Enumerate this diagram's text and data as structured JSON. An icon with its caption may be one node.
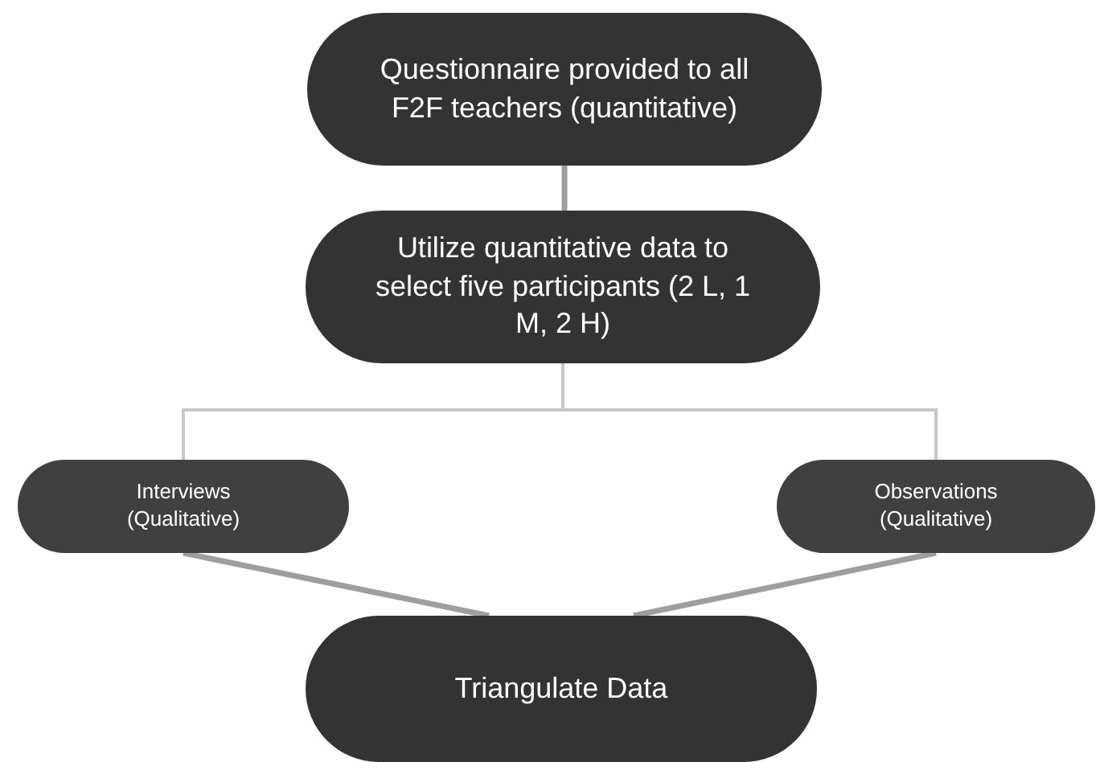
{
  "diagram": {
    "nodes": [
      {
        "text": [
          "Questionnaire provided to all F2F teachers (quantitative)"
        ]
      },
      {
        "text": [
          "Utilize quantitative data to select five participants (2 L, 1 M, 2 H)"
        ]
      },
      {
        "text": [
          "Interviews (Qualitative)"
        ]
      },
      {
        "text": [
          "Observations (Qualitative)"
        ]
      },
      {
        "text": [
          "Triangulate Data"
        ]
      }
    ],
    "edges": [
      {
        "from": 0,
        "to": 1,
        "arrow": "none"
      },
      {
        "from": 1,
        "to": 2,
        "arrow": "none",
        "color": "#c8c8c8"
      },
      {
        "from": 1,
        "to": 3,
        "arrow": "none",
        "color": "#c8c8c8"
      },
      {
        "from": 2,
        "to": 4,
        "arrow": "none"
      },
      {
        "from": 3,
        "to": 4,
        "arrow": "none"
      }
    ]
  }
}
